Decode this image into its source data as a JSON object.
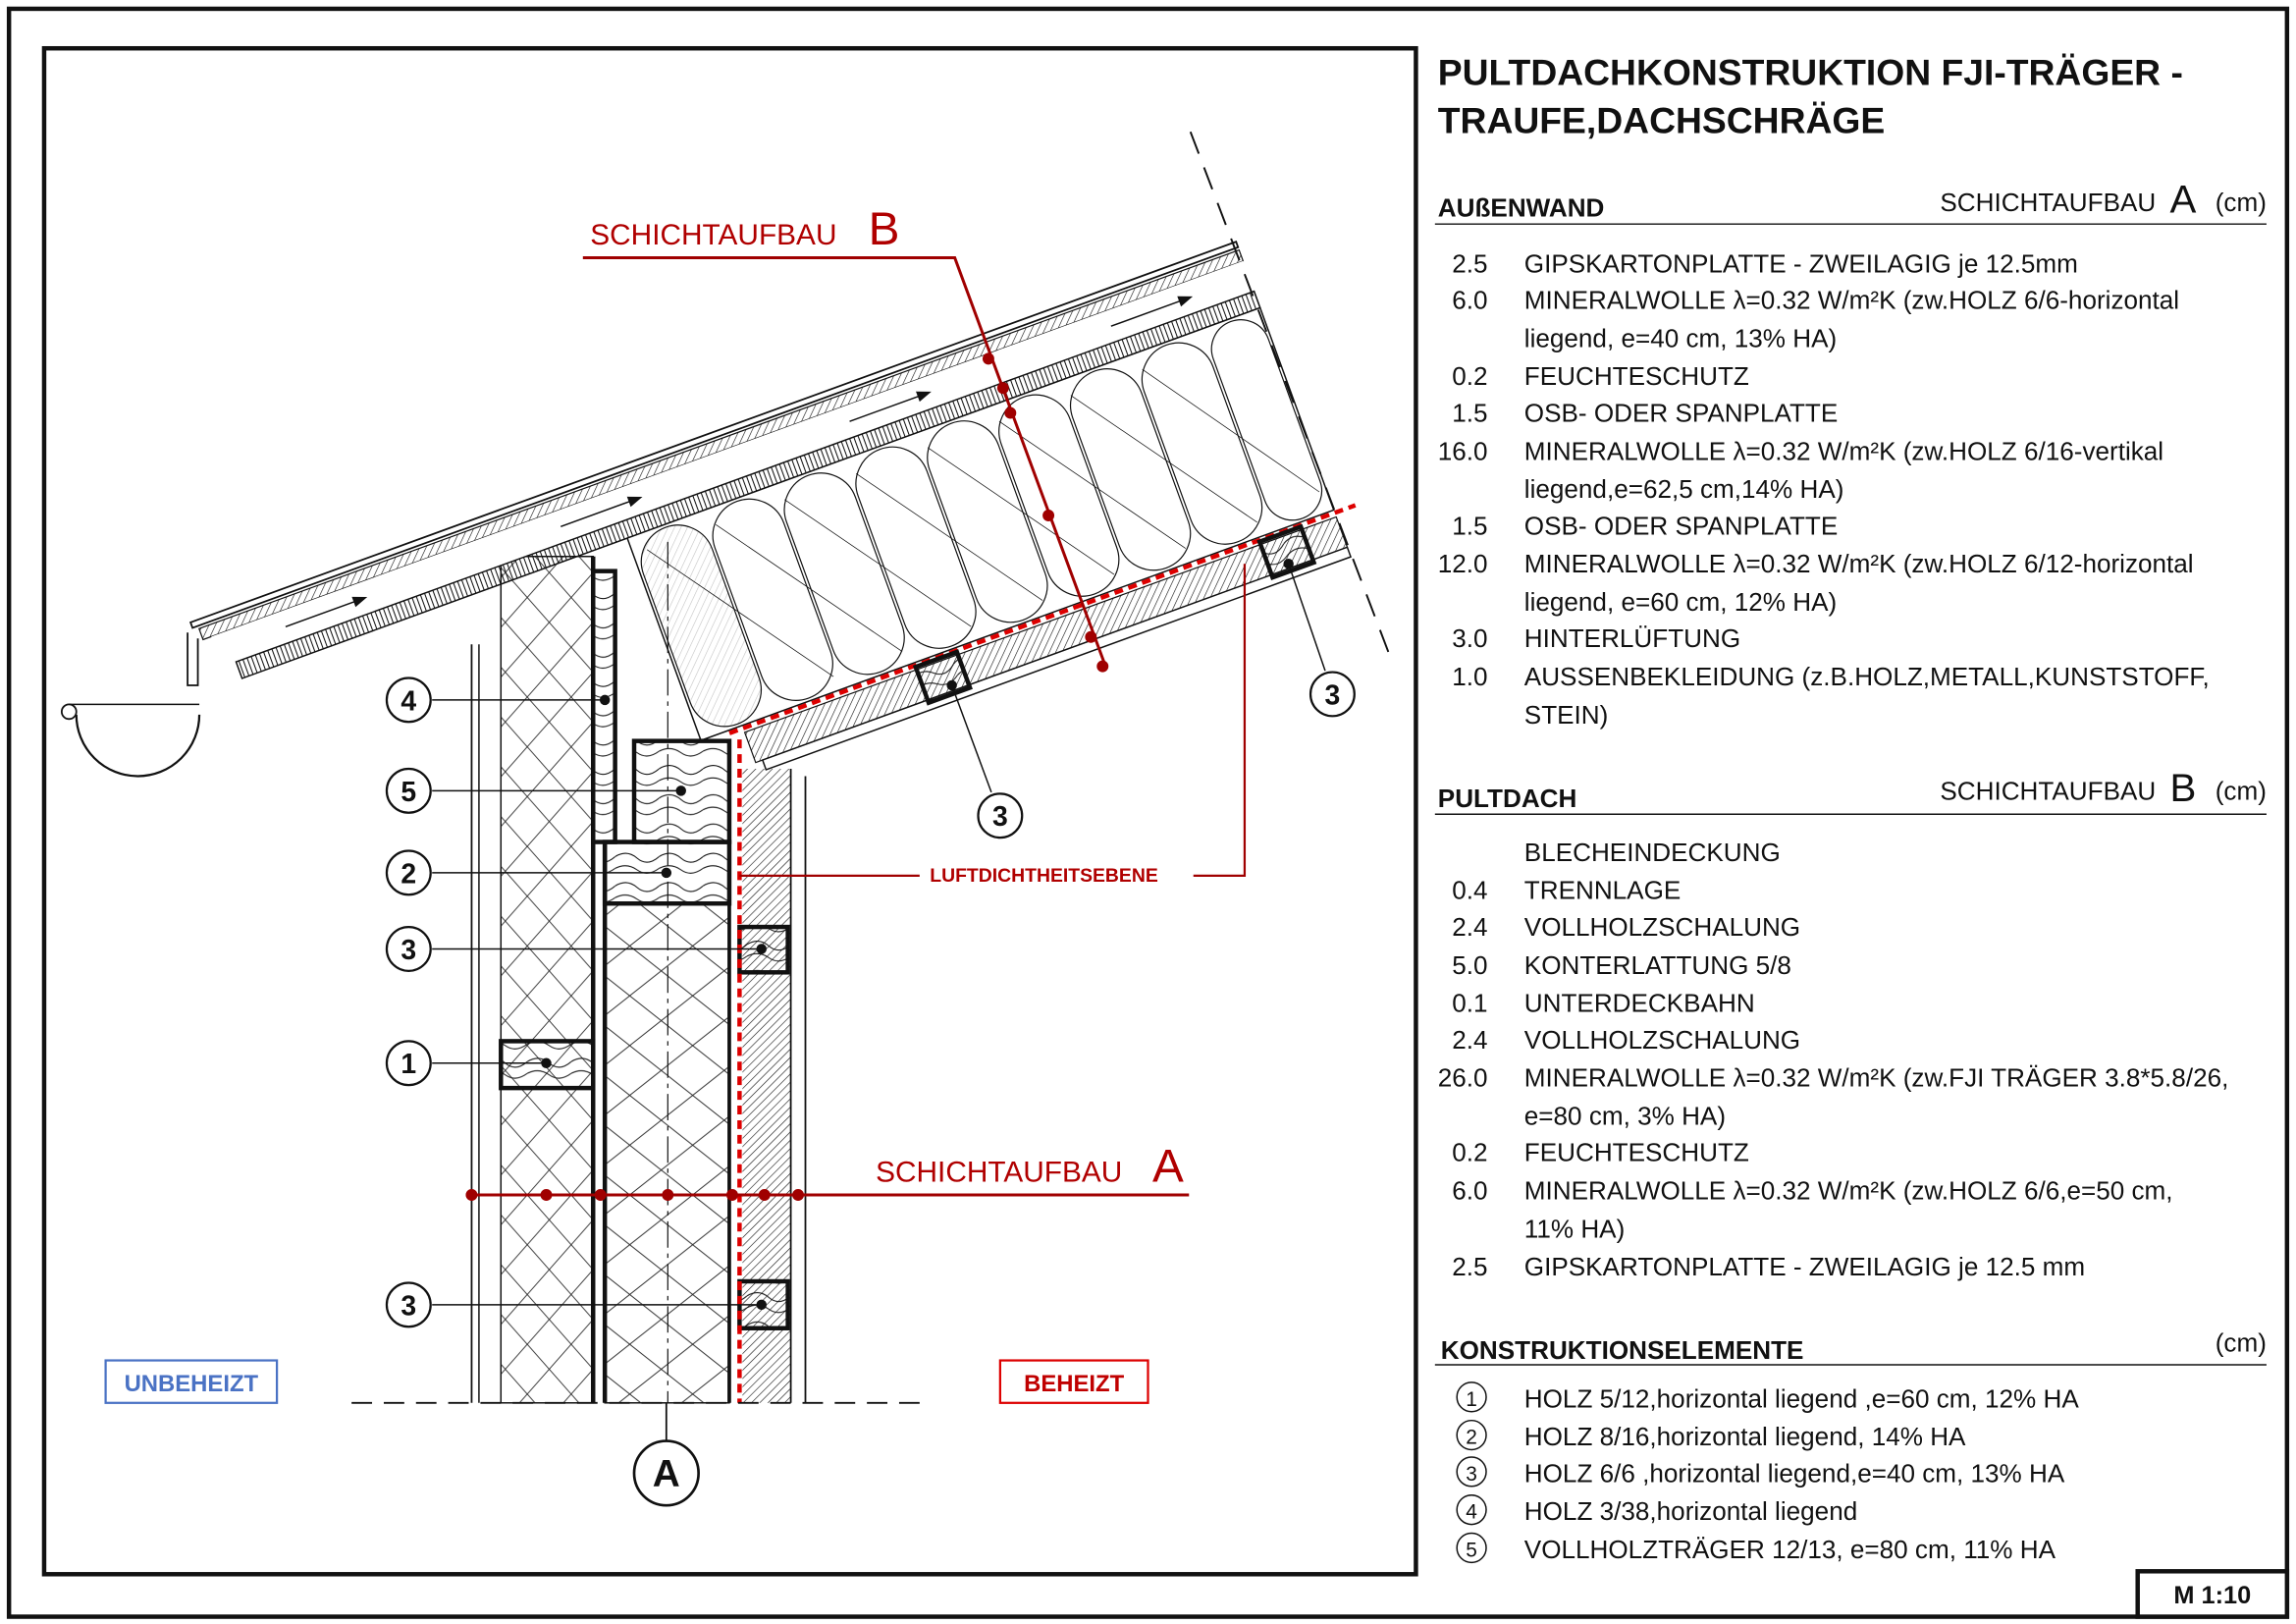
{
  "title": {
    "line1": "PULTDACHKONSTRUKTION FJI-TRÄGER -",
    "line2": "TRAUFE,DACHSCHRÄGE"
  },
  "aussenwand": {
    "heading": "AUßENWAND",
    "build_label": "SCHICHTAUFBAU",
    "build_letter": "A",
    "unit": "(cm)",
    "rows": [
      {
        "value": "2.5",
        "text": "GIPSKARTONPLATTE - ZWEILAGIG je 12.5mm"
      },
      {
        "value": "6.0",
        "text": "MINERALWOLLE λ=0.32 W/m²K (zw.HOLZ 6/6-horizontal"
      },
      {
        "value": "",
        "text": "liegend, e=40 cm, 13% HA)"
      },
      {
        "value": "0.2",
        "text": "FEUCHTESCHUTZ"
      },
      {
        "value": "1.5",
        "text": "OSB- ODER SPANPLATTE"
      },
      {
        "value": "16.0",
        "text": "MINERALWOLLE λ=0.32 W/m²K (zw.HOLZ 6/16-vertikal"
      },
      {
        "value": "",
        "text": "liegend,e=62,5 cm,14% HA)"
      },
      {
        "value": "1.5",
        "text": "OSB- ODER SPANPLATTE"
      },
      {
        "value": "12.0",
        "text": "MINERALWOLLE λ=0.32 W/m²K (zw.HOLZ 6/12-horizontal"
      },
      {
        "value": "",
        "text": "liegend, e=60 cm, 12% HA)"
      },
      {
        "value": "3.0",
        "text": "HINTERLÜFTUNG"
      },
      {
        "value": "1.0",
        "text": "AUSSENBEKLEIDUNG (z.B.HOLZ,METALL,KUNSTSTOFF,"
      },
      {
        "value": "",
        "text": "STEIN)"
      }
    ]
  },
  "pultdach": {
    "heading": "PULTDACH",
    "build_label": "SCHICHTAUFBAU",
    "build_letter": "B",
    "unit": "(cm)",
    "rows": [
      {
        "value": "",
        "text": "BLECHEINDECKUNG"
      },
      {
        "value": "0.4",
        "text": "TRENNLAGE"
      },
      {
        "value": "2.4",
        "text": "VOLLHOLZSCHALUNG"
      },
      {
        "value": "5.0",
        "text": "KONTERLATTUNG 5/8"
      },
      {
        "value": "0.1",
        "text": "UNTERDECKBAHN"
      },
      {
        "value": "2.4",
        "text": "VOLLHOLZSCHALUNG"
      },
      {
        "value": "26.0",
        "text": "MINERALWOLLE λ=0.32 W/m²K (zw.FJI TRÄGER 3.8*5.8/26,"
      },
      {
        "value": "",
        "text": "e=80 cm, 3% HA)"
      },
      {
        "value": "0.2",
        "text": "FEUCHTESCHUTZ"
      },
      {
        "value": "6.0",
        "text": "MINERALWOLLE λ=0.32 W/m²K (zw.HOLZ 6/6,e=50 cm,"
      },
      {
        "value": "",
        "text": "11% HA)"
      },
      {
        "value": "2.5",
        "text": "GIPSKARTONPLATTE - ZWEILAGIG je 12.5 mm"
      }
    ]
  },
  "elemente": {
    "heading": "KONSTRUKTIONSELEMENTE",
    "unit": "(cm)",
    "rows": [
      {
        "num": "1",
        "text": "HOLZ 5/12,horizontal liegend ,e=60 cm, 12% HA"
      },
      {
        "num": "2",
        "text": "HOLZ 8/16,horizontal liegend, 14% HA"
      },
      {
        "num": "3",
        "text": "HOLZ 6/6 ,horizontal liegend,e=40 cm, 13% HA"
      },
      {
        "num": "4",
        "text": "HOLZ 3/38,horizontal liegend"
      },
      {
        "num": "5",
        "text": "VOLLHOLZTRÄGER 12/13, e=80 cm, 11% HA"
      }
    ]
  },
  "scale": "M 1:10",
  "drawing": {
    "label_b": "SCHICHTAUFBAU",
    "letter_b": "B",
    "label_a": "SCHICHTAUFBAU",
    "letter_a": "A",
    "airtight": "LUFTDICHTHEITSEBENE",
    "unheated": "UNBEHEIZT",
    "heated": "BEHEIZT",
    "section_marker": "A",
    "callouts": [
      "4",
      "5",
      "2",
      "3",
      "1",
      "3",
      "3",
      "3"
    ]
  },
  "colors": {
    "red": "#b00000",
    "blue": "#4a72c4",
    "ink": "#111111"
  }
}
